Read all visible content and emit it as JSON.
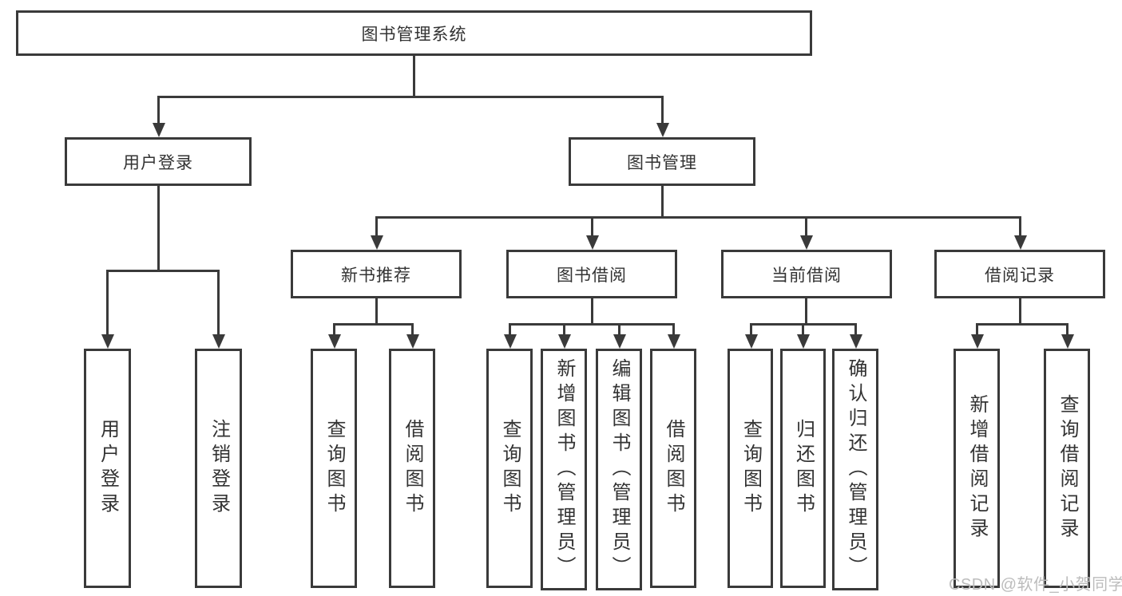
{
  "diagram": {
    "title": "图书管理系统",
    "root": {
      "label": "图书管理系统"
    },
    "level2": [
      {
        "label": "用户登录"
      },
      {
        "label": "图书管理"
      }
    ],
    "level3": [
      {
        "label": "新书推荐"
      },
      {
        "label": "图书借阅"
      },
      {
        "label": "当前借阅"
      },
      {
        "label": "借阅记录"
      }
    ],
    "leaves": {
      "user_login": [
        "用户登录",
        "注销登录"
      ],
      "new_books": [
        "查询图书",
        "借阅图书"
      ],
      "borrow": [
        "查询图书",
        "新增图书（管理员）",
        "编辑图书（管理员）",
        "借阅图书"
      ],
      "current": [
        "查询图书",
        "归还图书",
        "确认归还（管理员）"
      ],
      "records": [
        "新增借阅记录",
        "查询借阅记录"
      ]
    }
  },
  "watermark": "CSDN @软件_小贺同学",
  "colors": {
    "line": "#3a3a3a",
    "text": "#333333",
    "watermark": "#bcbcbc",
    "background": "#ffffff"
  }
}
